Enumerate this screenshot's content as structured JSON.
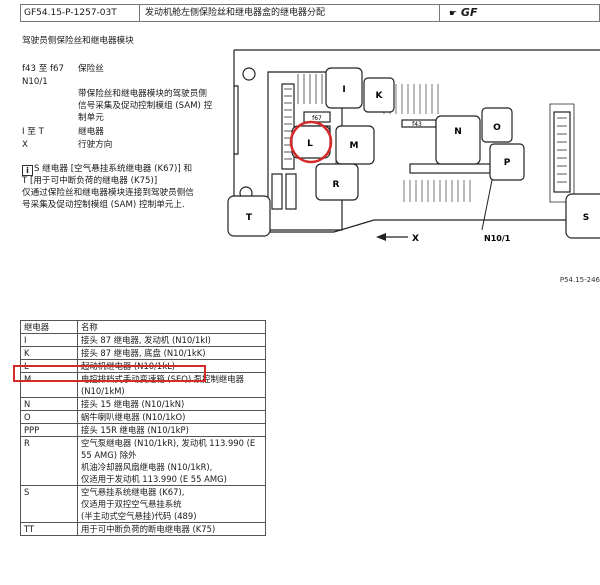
{
  "header": {
    "doc_id": "GF54.15-P-1257-03T",
    "title": "发动机舱左侧保险丝和继电器盒的继电器分配",
    "badge": "GF"
  },
  "section_title": "驾驶员侧保险丝和继电器模块",
  "legend": [
    {
      "key": "f43 至 f67",
      "value": "保险丝"
    },
    {
      "key": "N10/1",
      "value": "带保险丝和继电器模块的驾驶员侧信号采集及促动控制模组 (SAM) 控制单元"
    },
    {
      "key": "I 至 T",
      "value": "继电器"
    },
    {
      "key": "X",
      "value": "行驶方向"
    }
  ],
  "note": {
    "icon": "info-icon",
    "lines": [
      "S 继电器 [空气悬挂系统继电器 (K67)] 和",
      "T [用于可中断负荷的继电器 (K75)]",
      "仅通过保险丝和继电器模块连接到驾驶员侧信",
      "号采集及促动控制模组 (SAM) 控制单元上."
    ]
  },
  "diagram": {
    "labels": {
      "I": "I",
      "K": "K",
      "L": "L",
      "M": "M",
      "N": "N",
      "O": "O",
      "P": "P",
      "R": "R",
      "T": "T",
      "S": "S"
    },
    "fuse_f67": "f67",
    "fuse_f43": "f43",
    "direction": "X",
    "unit": "N10/1",
    "fig_ref": "P54.15-246",
    "highlight_color": "#d42a2a"
  },
  "table": {
    "headers": [
      "继电器",
      "名称"
    ],
    "rows": [
      {
        "key": "I",
        "lines": [
          "接头 87 继电器, 发动机 (N10/1kI)"
        ]
      },
      {
        "key": "K",
        "lines": [
          "接头 87 继电器, 底盘 (N10/1kK)"
        ]
      },
      {
        "key": "L",
        "lines": [
          "起动机继电器 (N10/1kL)"
        ]
      },
      {
        "key": "M",
        "lines": [
          "电控排档式手动变速箱 (SEQ) 泵控制继电器",
          "(N10/1kM)"
        ]
      },
      {
        "key": "N",
        "lines": [
          "接头 15 继电器 (N10/1kN)"
        ]
      },
      {
        "key": "O",
        "lines": [
          "蜗牛喇叭继电器 (N10/1kO)"
        ]
      },
      {
        "key": "PPP",
        "lines": [
          "接头 15R 继电器 (N10/1kP)"
        ]
      },
      {
        "key": "R",
        "lines": [
          "空气泵继电器 (N10/1kR), 发动机 113.990 (E",
          "55 AMG) 除外",
          "机油冷却器风扇继电器 (N10/1kR),",
          "仅适用于发动机 113.990 (E 55 AMG)"
        ]
      },
      {
        "key": "S",
        "lines": [
          "空气悬挂系统继电器 (K67),",
          "仅适用于双控空气悬挂系统",
          "(半主动式空气悬挂)代码 (489)"
        ]
      },
      {
        "key": "TT",
        "lines": [
          "用于可中断负荷的断电继电器 (K75)"
        ]
      }
    ]
  }
}
